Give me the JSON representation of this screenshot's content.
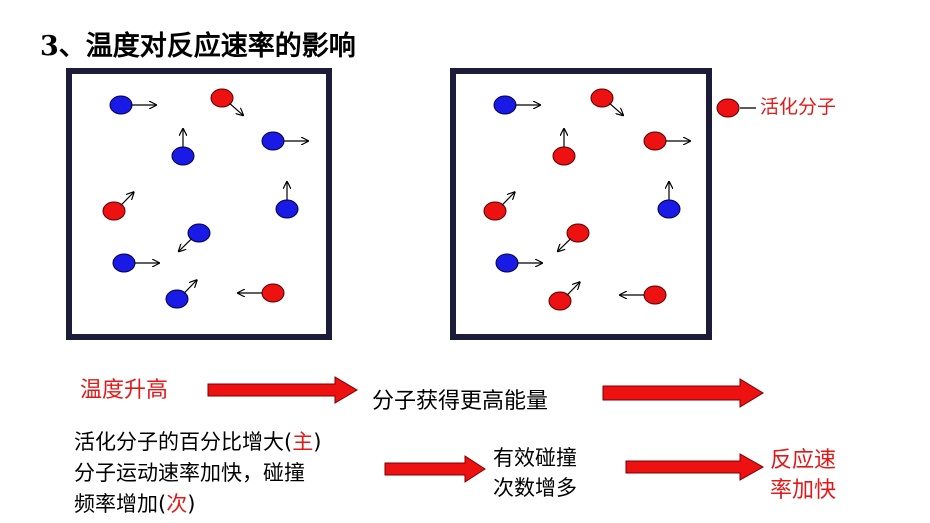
{
  "title": "3、温度对反应速率的影响",
  "legend": {
    "label": "活化分子"
  },
  "flow_top": {
    "cause": "温度升高",
    "middle": "分子获得更高能量"
  },
  "flow_bottom": {
    "line1_text": "活化分子的百分比增大(",
    "line1_key": "主",
    "line1_end": ")",
    "line2_text": "分子运动速率加快，碰撞",
    "line3_text": "频率增加(",
    "line3_key": "次",
    "line3_end": ")",
    "effective_1": "有效碰撞",
    "effective_2": "次数增多",
    "result_1": "反应速",
    "result_2": "率加快"
  },
  "colors": {
    "red_molecule": "#ee1111",
    "blue_molecule": "#1a1ae6",
    "box_border": "#1c1c38",
    "arrow_red": "#ee1111",
    "text_red": "#e31919"
  },
  "molecules_left_box": [
    {
      "color": "blue",
      "dir": "right"
    },
    {
      "color": "red",
      "dir": "down-right"
    },
    {
      "color": "blue",
      "dir": "up"
    },
    {
      "color": "blue",
      "dir": "right"
    },
    {
      "color": "red",
      "dir": "up-right"
    },
    {
      "color": "blue",
      "dir": "up"
    },
    {
      "color": "blue",
      "dir": "down-left"
    },
    {
      "color": "blue",
      "dir": "right"
    },
    {
      "color": "blue",
      "dir": "up-right"
    },
    {
      "color": "red",
      "dir": "left"
    }
  ],
  "molecules_right_box": [
    {
      "color": "blue",
      "dir": "right"
    },
    {
      "color": "red",
      "dir": "down-right"
    },
    {
      "color": "red",
      "dir": "up"
    },
    {
      "color": "red",
      "dir": "right"
    },
    {
      "color": "red",
      "dir": "up-right"
    },
    {
      "color": "blue",
      "dir": "up"
    },
    {
      "color": "red",
      "dir": "down-left"
    },
    {
      "color": "blue",
      "dir": "right"
    },
    {
      "color": "red",
      "dir": "up-right"
    },
    {
      "color": "red",
      "dir": "left"
    }
  ]
}
